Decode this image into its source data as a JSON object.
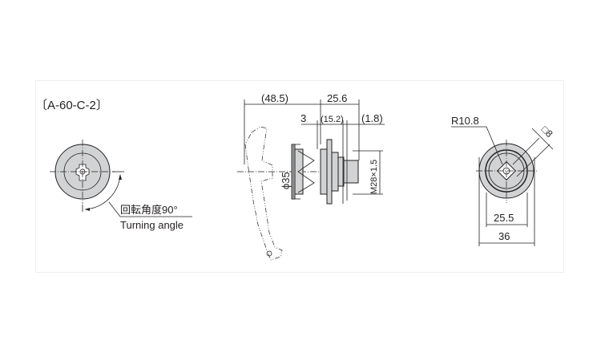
{
  "title": "〔A-60-C-2〕",
  "front_view": {
    "angle_label_jp": "回転角度90°",
    "angle_label_en": "Turning angle"
  },
  "side_view": {
    "dim_overall": "(48.5)",
    "dim_body": "25.6",
    "dim_flange": "3",
    "dim_grip": "(15.2)",
    "dim_tip": "(1.8)",
    "dim_diameter": "ϕ35",
    "dim_thread": "M28×1.5"
  },
  "rear_view": {
    "dim_radius": "R10.8",
    "dim_square": "□8",
    "dim_width_inner": "25.5",
    "dim_width_outer": "36"
  }
}
